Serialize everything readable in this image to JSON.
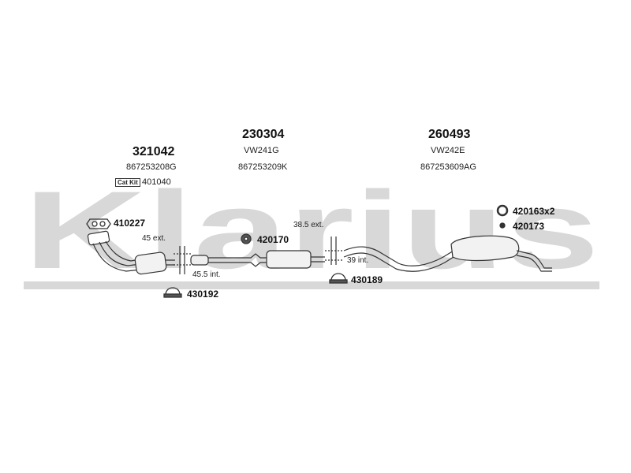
{
  "watermark": "Klarius",
  "groups": [
    {
      "part_no": "321042",
      "oe_no": "867253208G"
    },
    {
      "part_no": "230304",
      "model": "VW241G",
      "oe_no": "867253209K"
    },
    {
      "part_no": "260493",
      "model": "VW242E",
      "oe_no": "867253609AG"
    }
  ],
  "fitting_kit": {
    "badge": "Cat Kit",
    "part_no": "401040"
  },
  "fittings": [
    {
      "part_no": "410227",
      "icon": "gasket-icon"
    },
    {
      "part_no": "420170",
      "icon": "gasket-icon"
    },
    {
      "part_no": "430192",
      "icon": "clamp-icon"
    },
    {
      "part_no": "430189",
      "icon": "clamp-icon"
    },
    {
      "part_no": "420163x2",
      "icon": "ring-icon"
    },
    {
      "part_no": "420173",
      "icon": "rubber-mount-icon"
    }
  ],
  "dimensions": [
    "45 ext.",
    "45.5 int.",
    "38.5 ext.",
    "39 int."
  ],
  "colors": {
    "watermark": "#d8d8d8",
    "parts": "#333333"
  }
}
